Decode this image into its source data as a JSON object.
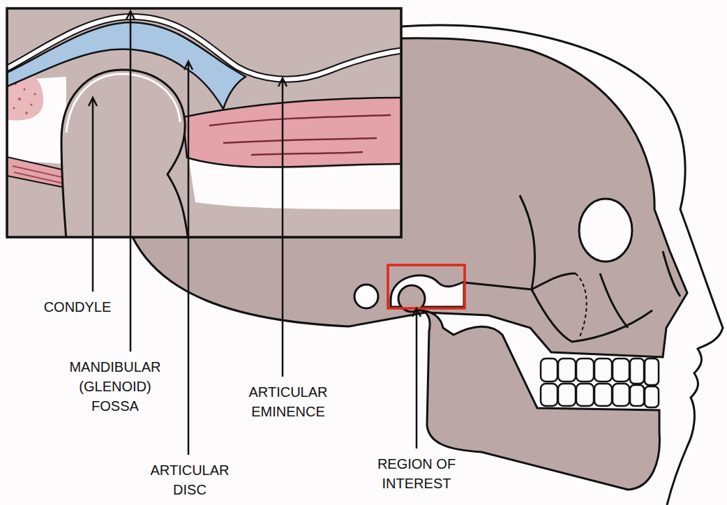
{
  "diagram": {
    "labels": [
      "CONDYLE",
      "MANDIBULAR (GLENOID) FOSSA",
      "ARTICULAR EMINENCE",
      "ARTICULAR DISC",
      "REGION OF INTEREST"
    ]
  }
}
